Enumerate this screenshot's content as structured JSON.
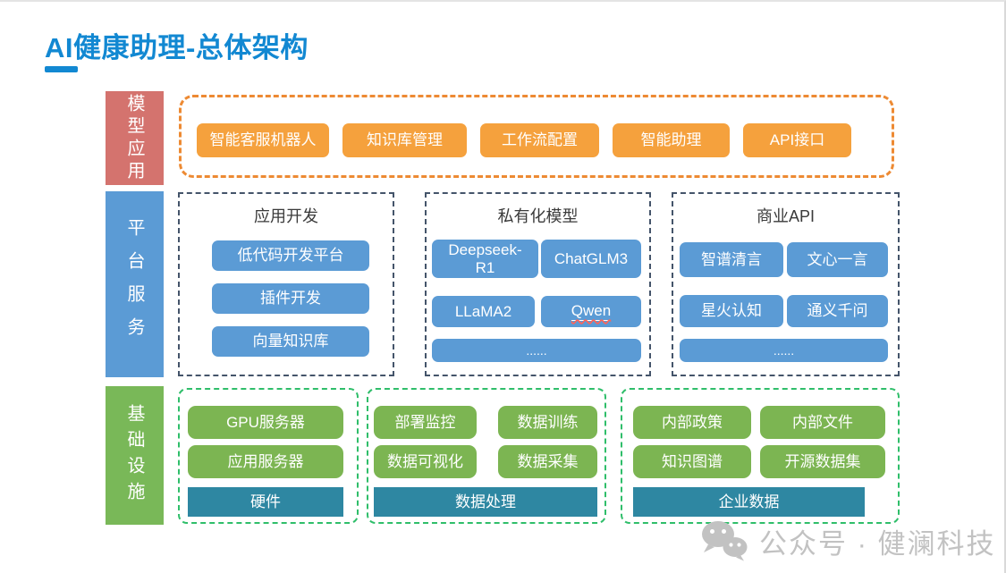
{
  "title": {
    "text": "AI健康助理-总体架构"
  },
  "colors": {
    "title_blue": "#1288d2",
    "salmon": "#d4736e",
    "orange_button": "#f5a13d",
    "orange_dash": "#ed8a33",
    "blue": "#5b9bd5",
    "navy_dash": "#44546a",
    "green_label": "#79b858",
    "green_button": "#7cb552",
    "green_dash": "#2fbe6a",
    "teal": "#2e87a2",
    "watermark_gray": "#c2c2c2"
  },
  "layers": {
    "model_app": {
      "label": "模型应用",
      "buttons": [
        "智能客服机器人",
        "知识库管理",
        "工作流配置",
        "智能助理",
        "API接口"
      ]
    },
    "platform": {
      "label": "平台服务",
      "columns": [
        {
          "title": "应用开发",
          "buttons": [
            "低代码开发平台",
            "插件开发",
            "向量知识库"
          ]
        },
        {
          "title": "私有化模型",
          "buttons": [
            "Deepseek-R1",
            "ChatGLM3",
            "LLaMA2",
            "Qwen"
          ],
          "more": "......"
        },
        {
          "title": "商业API",
          "buttons": [
            "智谱清言",
            "文心一言",
            "星火认知",
            "通义千问"
          ],
          "more": "......"
        }
      ]
    },
    "infra": {
      "label": "基础设施",
      "groups": [
        {
          "buttons": [
            "GPU服务器",
            "应用服务器"
          ],
          "base": "硬件"
        },
        {
          "buttons": [
            "部署监控",
            "数据训练",
            "数据可视化",
            "数据采集"
          ],
          "base": "数据处理"
        },
        {
          "buttons": [
            "内部政策",
            "内部文件",
            "知识图谱",
            "开源数据集"
          ],
          "base": "企业数据"
        }
      ]
    }
  },
  "watermark": {
    "icon": "wechat-icon",
    "text": "公众号 · 健澜科技"
  }
}
